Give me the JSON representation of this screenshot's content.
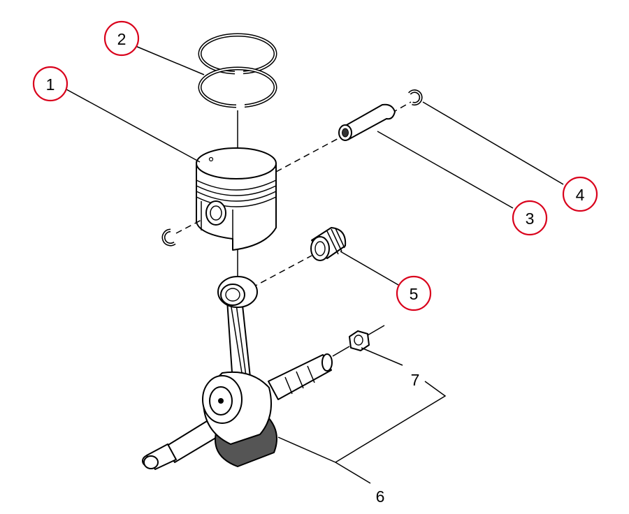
{
  "diagram": {
    "callouts": [
      {
        "id": "1",
        "label": "1",
        "circled": true
      },
      {
        "id": "2",
        "label": "2",
        "circled": true
      },
      {
        "id": "3",
        "label": "3",
        "circled": true
      },
      {
        "id": "4",
        "label": "4",
        "circled": true
      },
      {
        "id": "5",
        "label": "5",
        "circled": true
      },
      {
        "id": "6",
        "label": "6",
        "circled": false
      },
      {
        "id": "7",
        "label": "7",
        "circled": false
      }
    ],
    "colors": {
      "callout_ring": "#d9001b",
      "line": "#000000",
      "background": "#ffffff"
    }
  }
}
